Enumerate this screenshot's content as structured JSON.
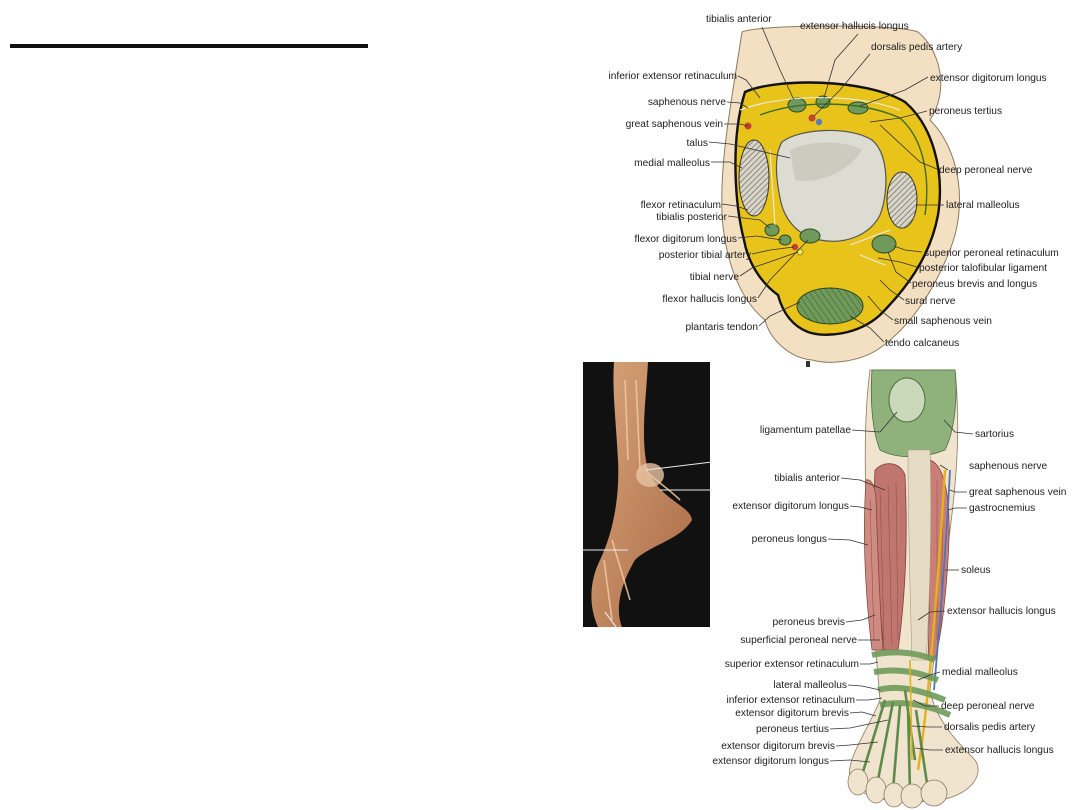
{
  "ankle_section": {
    "left_labels": [
      "inferior extensor retinaculum",
      "saphenous nerve",
      "great saphenous vein",
      "talus",
      "medial malleolus",
      "flexor retinaculum",
      "tibialis posterior",
      "flexor digitorum longus",
      "posterior tibial artery",
      "tibial nerve",
      "flexor hallucis longus",
      "plantaris tendon"
    ],
    "top_labels": [
      "tibialis anterior",
      "extensor hallucis longus",
      "dorsalis pedis artery"
    ],
    "right_labels": [
      "extensor digitorum longus",
      "peroneus tertius",
      "deep peroneal nerve",
      "lateral malleolus",
      "superior peroneal retinaculum",
      "posterior talofibular ligament",
      "peroneus brevis and longus",
      "sural nerve",
      "small saphenous vein",
      "tendo calcaneus"
    ]
  },
  "leg_anterior": {
    "left_labels": [
      "ligamentum patellae",
      "tibialis anterior",
      "extensor digitorum longus",
      "peroneus longus",
      "peroneus brevis",
      "superficial peroneal nerve",
      "superior extensor retinaculum",
      "lateral malleolus",
      "inferior extensor retinaculum",
      "extensor digitorum brevis",
      "peroneus tertius",
      "extensor digitorum brevis",
      "extensor digitorum longus"
    ],
    "right_labels": [
      "sartorius",
      "saphenous nerve",
      "great saphenous vein",
      "gastrocnemius",
      "soleus",
      "extensor hallucis longus",
      "medial malleolus",
      "deep peroneal nerve",
      "dorsalis pedis artery",
      "extensor hallucis longus"
    ]
  },
  "colors": {
    "skin": "#f3dfc2",
    "fascia_yellow": "#e8c31a",
    "tendon_green": "#6f9a5a",
    "muscle_red": "#c0766f",
    "photo_background": "#111111",
    "photo_tissue": "#c98f62"
  }
}
